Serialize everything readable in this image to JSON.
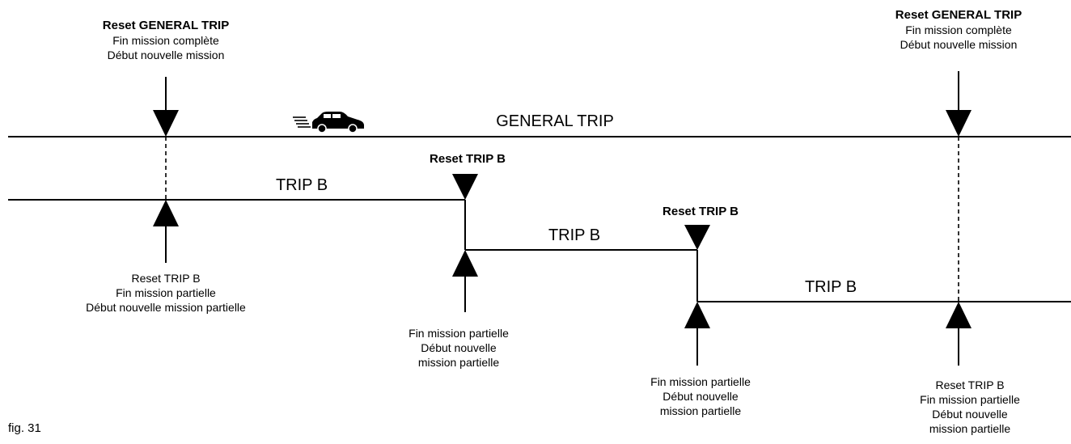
{
  "general_line_label": "GENERAL TRIP",
  "trip_b_label": "TRIP B",
  "figure_label": "fig. 31",
  "reset_general": {
    "title": "Reset GENERAL TRIP",
    "line1": "Fin mission complète",
    "line2": "Début nouvelle mission"
  },
  "reset_trip_b_bold": "Reset TRIP B",
  "lower_labels": {
    "first": [
      "Reset TRIP B",
      "Fin mission partielle",
      "Début nouvelle mission partielle"
    ],
    "second": [
      "Fin mission partielle",
      "Début nouvelle",
      "mission partielle"
    ],
    "third": [
      "Fin mission partielle",
      "Début nouvelle",
      "mission partielle"
    ],
    "fourth": [
      "Reset TRIP B",
      "Fin mission partielle",
      "Début nouvelle",
      "mission partielle"
    ]
  },
  "icons": {
    "vehicle": "car-icon"
  }
}
